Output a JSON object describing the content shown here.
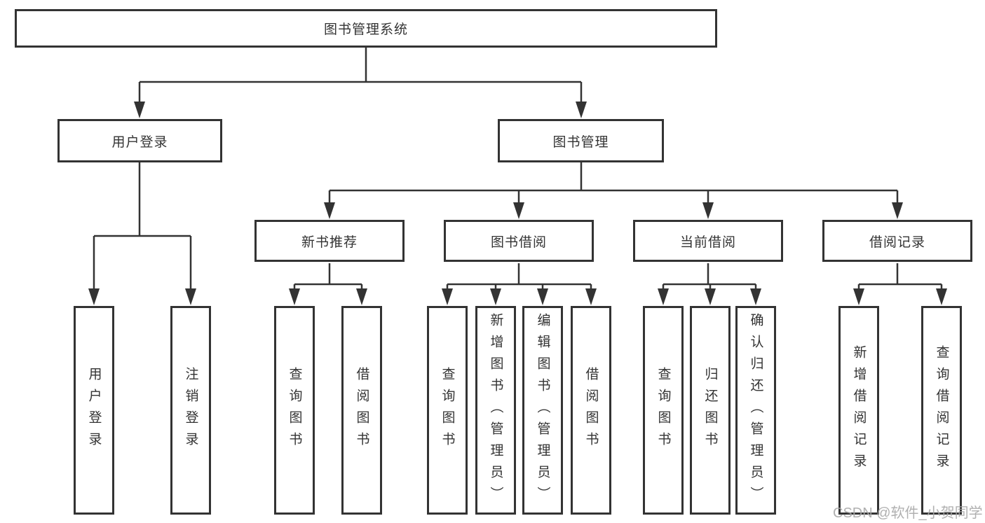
{
  "diagram": {
    "root": "图书管理系统",
    "level2": [
      "用户登录",
      "图书管理"
    ],
    "level3": [
      "新书推荐",
      "图书借阅",
      "当前借阅",
      "借阅记录"
    ],
    "leaves": {
      "user": [
        "用户登录",
        "注销登录"
      ],
      "newbook": [
        "查询图书",
        "借阅图书"
      ],
      "borrow": [
        "查询图书",
        "新增图书（管理员）",
        "编辑图书（管理员）",
        "借阅图书"
      ],
      "current": [
        "查询图书",
        "归还图书",
        "确认归还（管理员）"
      ],
      "records": [
        "新增借阅记录",
        "查询借阅记录"
      ]
    }
  },
  "watermark": {
    "text": "CSDN @软件_小贺同学"
  },
  "colors": {
    "line": "#333333",
    "box_border": "#333333",
    "text": "#333333",
    "watermark": "#a7a7a7",
    "background": "#ffffff"
  }
}
